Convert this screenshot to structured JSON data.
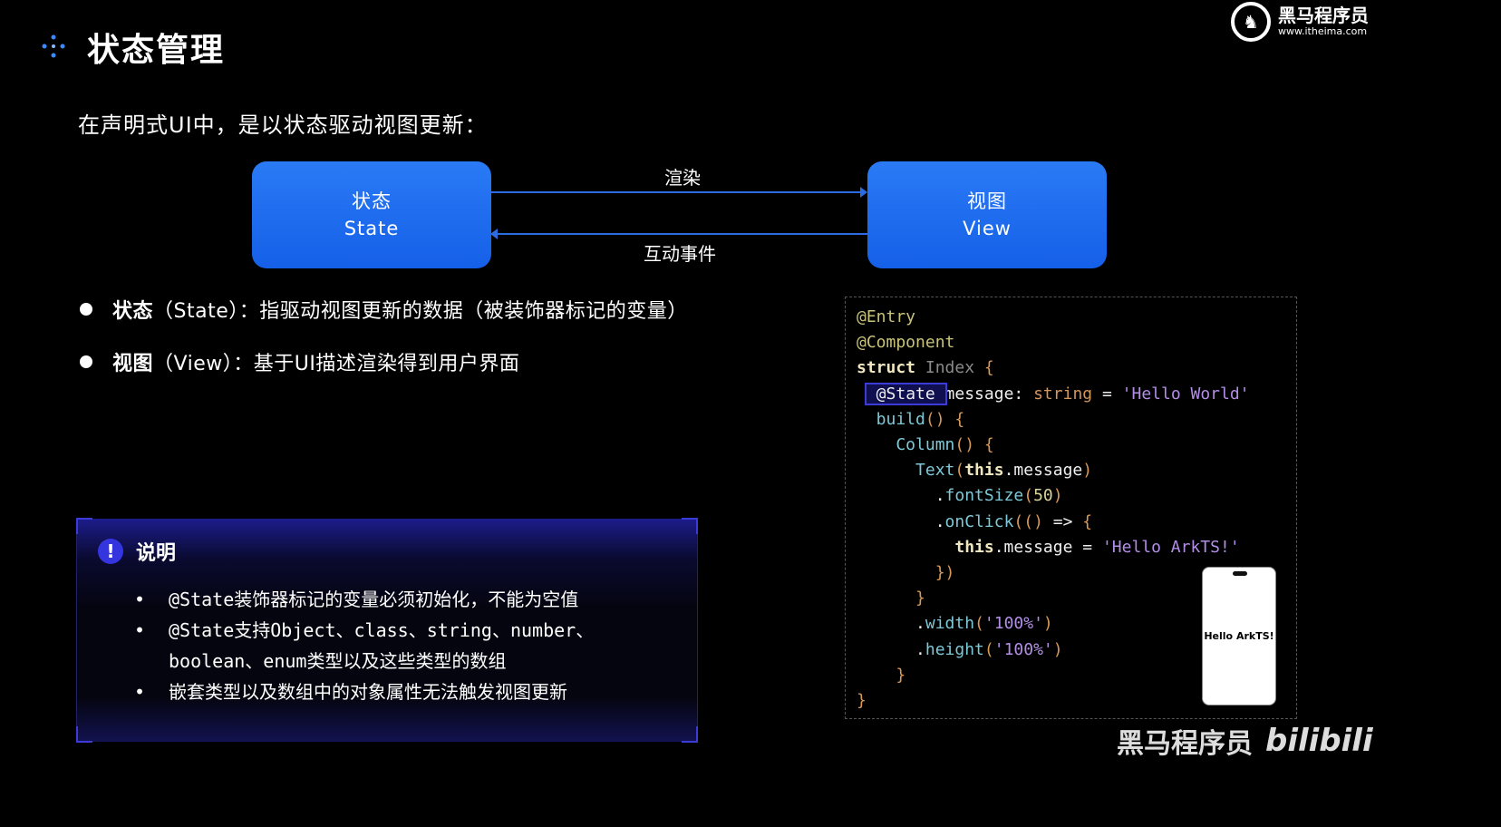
{
  "title": "状态管理",
  "logo": {
    "name": "黑马程序员",
    "url": "www.itheima.com"
  },
  "intro": "在声明式UI中，是以状态驱动视图更新：",
  "diagram": {
    "state_cn": "状态",
    "state_en": "State",
    "view_cn": "视图",
    "view_en": "View",
    "render": "渲染",
    "event": "互动事件"
  },
  "bullets": [
    {
      "term": "状态",
      "rest": "（State）：指驱动视图更新的数据（被装饰器标记的变量）"
    },
    {
      "term": "视图",
      "rest": "（View）：基于UI描述渲染得到用户界面"
    }
  ],
  "note": {
    "title": "说明",
    "items": [
      "@State装饰器标记的变量必须初始化，不能为空值",
      "@State支持Object、class、string、number、boolean、enum类型以及这些类型的数组",
      "嵌套类型以及数组中的对象属性无法触发视图更新"
    ]
  },
  "code": [
    [
      [
        "ann",
        "@Entry"
      ]
    ],
    [
      [
        "ann",
        "@Component"
      ]
    ],
    [
      [
        "kw",
        "struct"
      ],
      [
        "pl",
        " "
      ],
      [
        "id",
        "Index"
      ],
      [
        "pl",
        " "
      ],
      [
        "br",
        "{"
      ]
    ],
    [
      [
        "pl",
        " "
      ],
      [
        "hl",
        " @State "
      ],
      [
        "pl",
        "message: "
      ],
      [
        "ty",
        "string"
      ],
      [
        "pl",
        " = "
      ],
      [
        "str",
        "'Hello World'"
      ]
    ],
    [
      [
        "fn",
        "  build"
      ],
      [
        "br",
        "()"
      ],
      [
        "pl",
        " "
      ],
      [
        "br",
        "{"
      ]
    ],
    [
      [
        "fn",
        "    Column"
      ],
      [
        "br",
        "()"
      ],
      [
        "pl",
        " "
      ],
      [
        "br",
        "{"
      ]
    ],
    [
      [
        "fn",
        "      Text"
      ],
      [
        "br",
        "("
      ],
      [
        "kw",
        "this"
      ],
      [
        "pl",
        ".message"
      ],
      [
        "br",
        ")"
      ]
    ],
    [
      [
        "pl",
        "        ."
      ],
      [
        "fn",
        "fontSize"
      ],
      [
        "br",
        "("
      ],
      [
        "num",
        "50"
      ],
      [
        "br",
        ")"
      ]
    ],
    [
      [
        "pl",
        "        ."
      ],
      [
        "fn",
        "onClick"
      ],
      [
        "br",
        "(()"
      ],
      [
        "pl",
        " => "
      ],
      [
        "br",
        "{"
      ]
    ],
    [
      [
        "kw",
        "          this"
      ],
      [
        "pl",
        ".message = "
      ],
      [
        "str",
        "'Hello ArkTS!'"
      ]
    ],
    [
      [
        "br",
        "        })"
      ]
    ],
    [
      [
        "br",
        "      }"
      ]
    ],
    [
      [
        "pl",
        "      ."
      ],
      [
        "fn",
        "width"
      ],
      [
        "br",
        "("
      ],
      [
        "str",
        "'100%'"
      ],
      [
        "br",
        ")"
      ]
    ],
    [
      [
        "pl",
        "      ."
      ],
      [
        "fn",
        "height"
      ],
      [
        "br",
        "("
      ],
      [
        "str",
        "'100%'"
      ],
      [
        "br",
        ")"
      ]
    ],
    [
      [
        "br",
        "    }"
      ]
    ],
    [
      [
        "br",
        "}"
      ]
    ]
  ],
  "phone_text": "Hello ArkTS!",
  "watermark": {
    "channel": "黑马程序员",
    "site": "bilibili"
  }
}
